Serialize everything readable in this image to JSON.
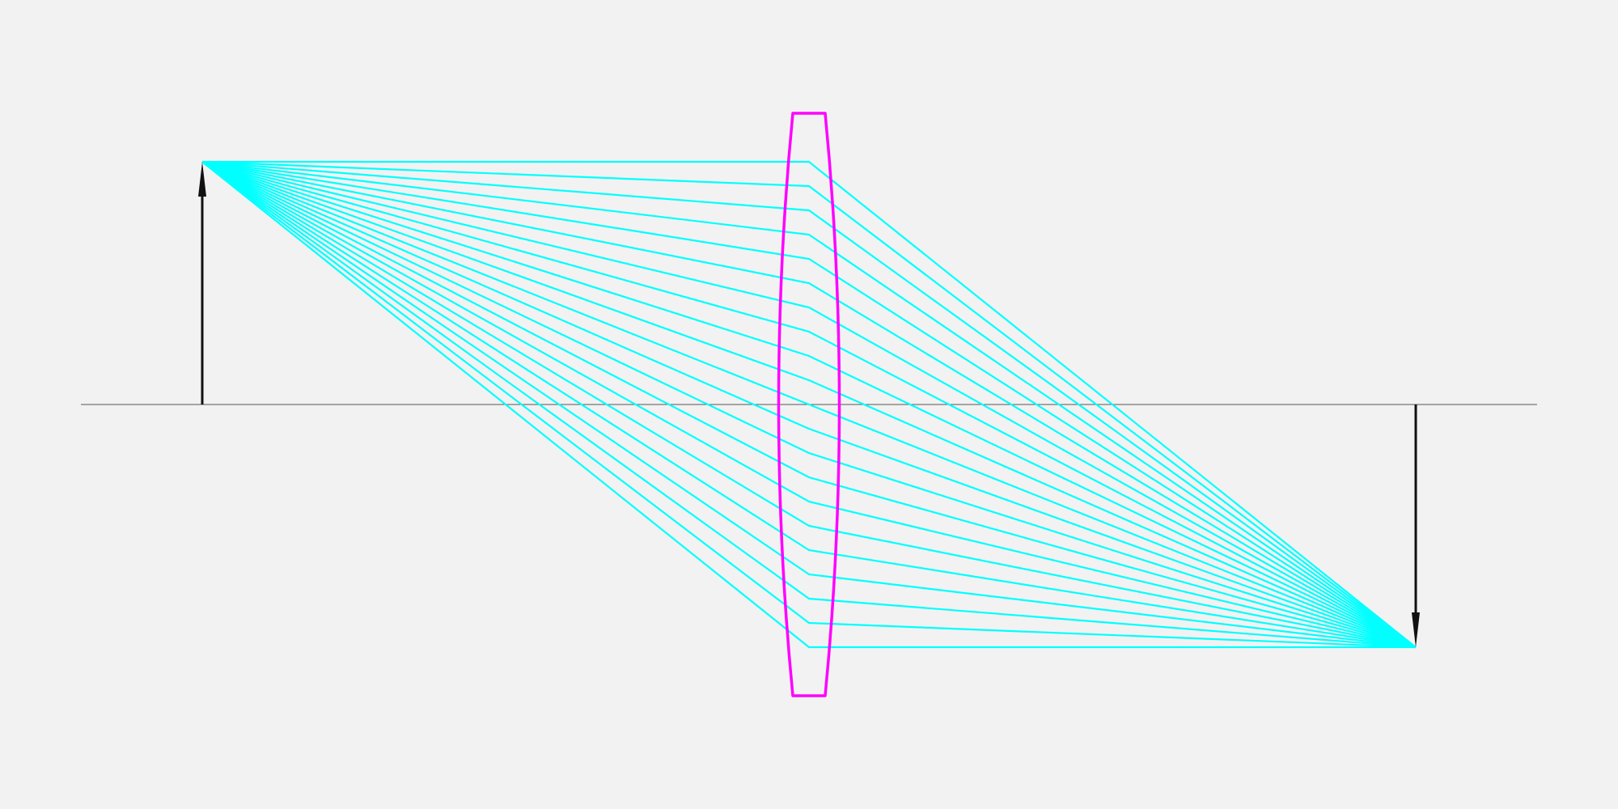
{
  "diagram": {
    "kind": "thin-lens ray diagram",
    "ray_count": 21,
    "image_orientation": "inverted",
    "colors": {
      "background": "#f2f2f2",
      "optical_axis": "#555555",
      "object_arrow": "#111111",
      "image_arrow": "#111111",
      "lens": "#ff00ff",
      "rays": "#00ffff"
    }
  }
}
